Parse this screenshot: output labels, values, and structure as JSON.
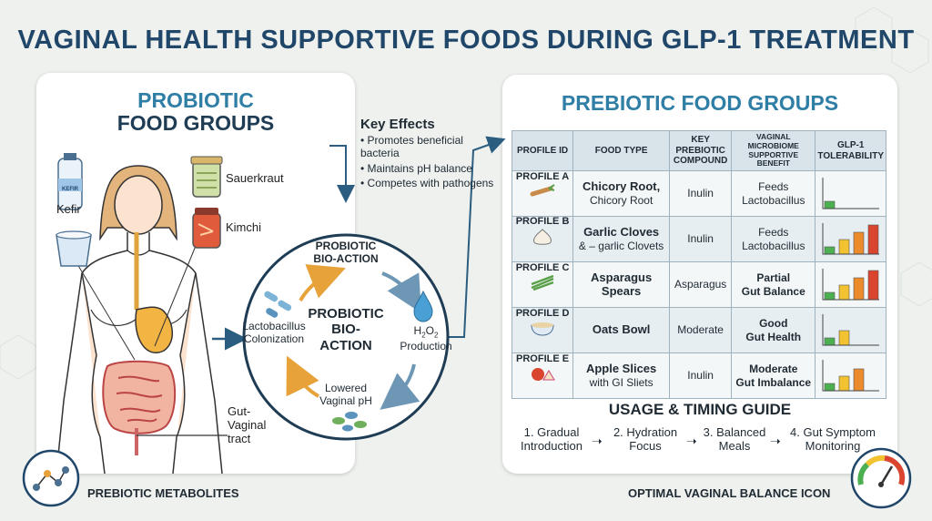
{
  "title": "VAGINAL HEALTH SUPPORTIVE FOODS DURING GLP-1 TREATMENT",
  "left_panel": {
    "title_line1": "PROBIOTIC",
    "title_line2": "FOOD GROUPS",
    "foods": [
      "Kefir",
      "Sauerkraut",
      "Kimchi"
    ],
    "kefir_bottle_label": "KEFIR",
    "gut_tract_label": "Gut-\nVaginal\ntract"
  },
  "key_effects": {
    "heading": "Key Effects",
    "items": [
      "Promotes beneficial bacteria",
      "Maintains pH balance",
      "Competes with pathogens"
    ]
  },
  "cycle": {
    "center": "PROBIOTIC\nBIO-\nACTION",
    "top": "PROBIOTIC\nBIO-ACTION",
    "left": "Lactobacillus\nColonization",
    "right_prefix": "H",
    "right_sub1": "2",
    "right_mid": "O",
    "right_sub2": "2",
    "right_line2": "Production",
    "bottom": "Lowered\nVaginal pH"
  },
  "right_panel": {
    "title": "PREBIOTIC FOOD GROUPS",
    "headers": [
      "PROFILE ID",
      "FOOD TYPE",
      "KEY PREBIOTIC COMPOUND",
      "VAGINAL MICROBIOME SUPPORTIVE BENEFIT",
      "GLP-1 TOLERABILITY"
    ],
    "rows": [
      {
        "id": "PROFILE A",
        "food_bold": "Chicory Root,",
        "food_normal": "Chicory Root",
        "compound": "Inulin",
        "benefit": "Feeds\nLactobacillus",
        "benefit_bold": false,
        "tolerability": [
          1
        ]
      },
      {
        "id": "PROFILE B",
        "food_bold": "Garlic Cloves",
        "food_normal": "& – garlic Clovets",
        "compound": "Inulin",
        "benefit": "Feeds\nLactobacillus",
        "benefit_bold": false,
        "tolerability": [
          1,
          2,
          3,
          4
        ]
      },
      {
        "id": "PROFILE C",
        "food_bold": "Asparagus\nSpears",
        "food_normal": "",
        "compound": "Asparagus",
        "benefit": "Partial\nGut Balance",
        "benefit_bold": true,
        "tolerability": [
          1,
          2,
          3,
          4
        ]
      },
      {
        "id": "PROFILE D",
        "food_bold": "Oats Bowl",
        "food_normal": "",
        "compound": "Moderate",
        "benefit": "Good\nGut Health",
        "benefit_bold": true,
        "tolerability": [
          1,
          2
        ]
      },
      {
        "id": "PROFILE E",
        "food_bold": "Apple Slices",
        "food_normal": "with GI Sliets",
        "compound": "Inulin",
        "benefit": "Moderate\nGut Imbalance",
        "benefit_bold": true,
        "tolerability": [
          1,
          2,
          3
        ]
      }
    ],
    "usage_title": "USAGE & TIMING GUIDE",
    "steps": [
      "1. Gradual\nIntroduction",
      "2. Hydration\nFocus",
      "3. Balanced\nMeals",
      "4. Gut Symptom\nMonitoring"
    ]
  },
  "footer_left": "PREBIOTIC METABOLITES",
  "footer_right": "OPTIMAL VAGINAL BALANCE ICON",
  "colors": {
    "title": "#20466a",
    "left_title": "#2f7ea6",
    "right_title": "#2f7ea6",
    "bar_green": "#4caf50",
    "bar_yellow": "#f2c230",
    "bar_orange": "#ec8b2c",
    "bar_red": "#d9452f"
  }
}
